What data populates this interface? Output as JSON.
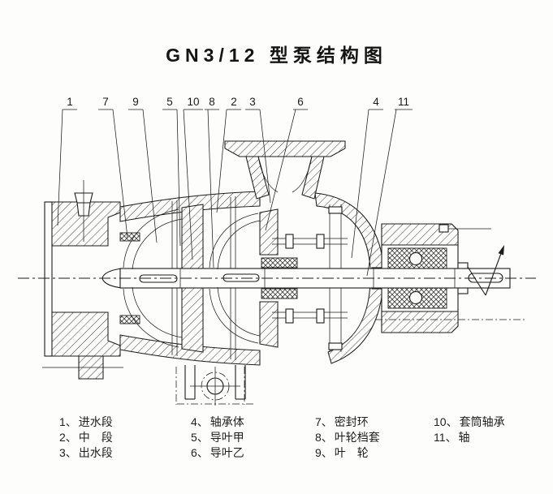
{
  "title": "GN3/12 型泵结构图",
  "callouts": [
    "1",
    "7",
    "9",
    "5",
    "10",
    "8",
    "2",
    "3",
    "6",
    "4",
    "11"
  ],
  "legend": {
    "col1": [
      {
        "num": "1、",
        "label": "进水段"
      },
      {
        "num": "2、",
        "label": "中　段"
      },
      {
        "num": "3、",
        "label": "出水段"
      }
    ],
    "col2": [
      {
        "num": "4、",
        "label": "轴承体"
      },
      {
        "num": "5、",
        "label": "导叶甲"
      },
      {
        "num": "6、",
        "label": "导叶乙"
      }
    ],
    "col3": [
      {
        "num": "7、",
        "label": "密封环"
      },
      {
        "num": "8、",
        "label": "叶轮档套"
      },
      {
        "num": "9、",
        "label": "叶　轮"
      }
    ],
    "col4": [
      {
        "num": "10、",
        "label": "套筒轴承"
      },
      {
        "num": "11、",
        "label": "轴"
      }
    ]
  },
  "colors": {
    "ink": "#1c1c1c",
    "paper": "#fdfdfb"
  },
  "icons": {
    "rotation_arrow": "rotation-direction-arrow"
  }
}
